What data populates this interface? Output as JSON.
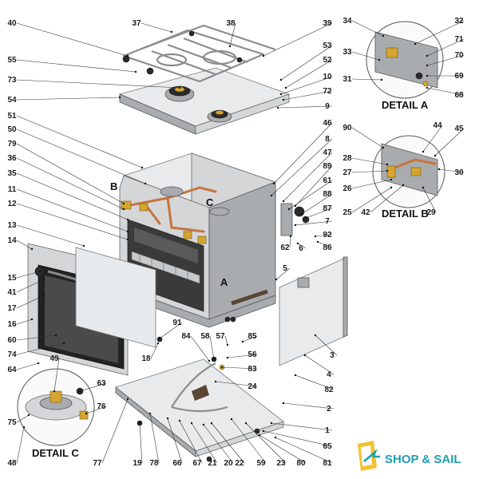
{
  "callouts": [
    {
      "id": "37"
    },
    {
      "id": "38"
    },
    {
      "id": "39"
    },
    {
      "id": "40"
    },
    {
      "id": "53"
    },
    {
      "id": "52"
    },
    {
      "id": "55"
    },
    {
      "id": "73"
    },
    {
      "id": "54"
    },
    {
      "id": "10"
    },
    {
      "id": "72"
    },
    {
      "id": "9"
    },
    {
      "id": "51"
    },
    {
      "id": "50"
    },
    {
      "id": "79"
    },
    {
      "id": "36"
    },
    {
      "id": "35"
    },
    {
      "id": "11"
    },
    {
      "id": "12"
    },
    {
      "id": "13"
    },
    {
      "id": "14"
    },
    {
      "id": "15"
    },
    {
      "id": "41"
    },
    {
      "id": "17"
    },
    {
      "id": "16"
    },
    {
      "id": "60"
    },
    {
      "id": "74"
    },
    {
      "id": "64"
    },
    {
      "id": "46"
    },
    {
      "id": "8"
    },
    {
      "id": "47"
    },
    {
      "id": "89"
    },
    {
      "id": "61"
    },
    {
      "id": "88"
    },
    {
      "id": "87"
    },
    {
      "id": "7"
    },
    {
      "id": "92"
    },
    {
      "id": "86"
    },
    {
      "id": "62"
    },
    {
      "id": "6"
    },
    {
      "id": "5"
    },
    {
      "id": "91"
    },
    {
      "id": "18"
    },
    {
      "id": "84"
    },
    {
      "id": "58"
    },
    {
      "id": "57"
    },
    {
      "id": "85"
    },
    {
      "id": "56"
    },
    {
      "id": "83"
    },
    {
      "id": "24"
    },
    {
      "id": "3"
    },
    {
      "id": "4"
    },
    {
      "id": "82"
    },
    {
      "id": "2"
    },
    {
      "id": "1"
    },
    {
      "id": "65"
    },
    {
      "id": "81"
    },
    {
      "id": "80"
    },
    {
      "id": "23"
    },
    {
      "id": "59"
    },
    {
      "id": "22"
    },
    {
      "id": "20"
    },
    {
      "id": "21"
    },
    {
      "id": "67"
    },
    {
      "id": "66"
    },
    {
      "id": "78"
    },
    {
      "id": "19"
    },
    {
      "id": "77"
    },
    {
      "id": "49"
    },
    {
      "id": "63"
    },
    {
      "id": "76"
    },
    {
      "id": "75"
    },
    {
      "id": "48"
    },
    {
      "id": "34"
    },
    {
      "id": "32"
    },
    {
      "id": "71"
    },
    {
      "id": "70"
    },
    {
      "id": "33"
    },
    {
      "id": "31"
    },
    {
      "id": "69"
    },
    {
      "id": "68"
    },
    {
      "id": "90"
    },
    {
      "id": "44"
    },
    {
      "id": "45"
    },
    {
      "id": "28"
    },
    {
      "id": "27"
    },
    {
      "id": "30"
    },
    {
      "id": "26"
    },
    {
      "id": "25"
    },
    {
      "id": "42"
    },
    {
      "id": "29"
    }
  ],
  "details": {
    "a_title": "DETAIL A",
    "b_title": "DETAIL B",
    "c_title": "DETAIL C"
  },
  "view_markers": {
    "a": "A",
    "b": "B",
    "c": "C"
  },
  "brand": {
    "name": "SHOP & SAIL",
    "color": "#1e9fb0",
    "icon": "box-arrow-logo-icon"
  }
}
